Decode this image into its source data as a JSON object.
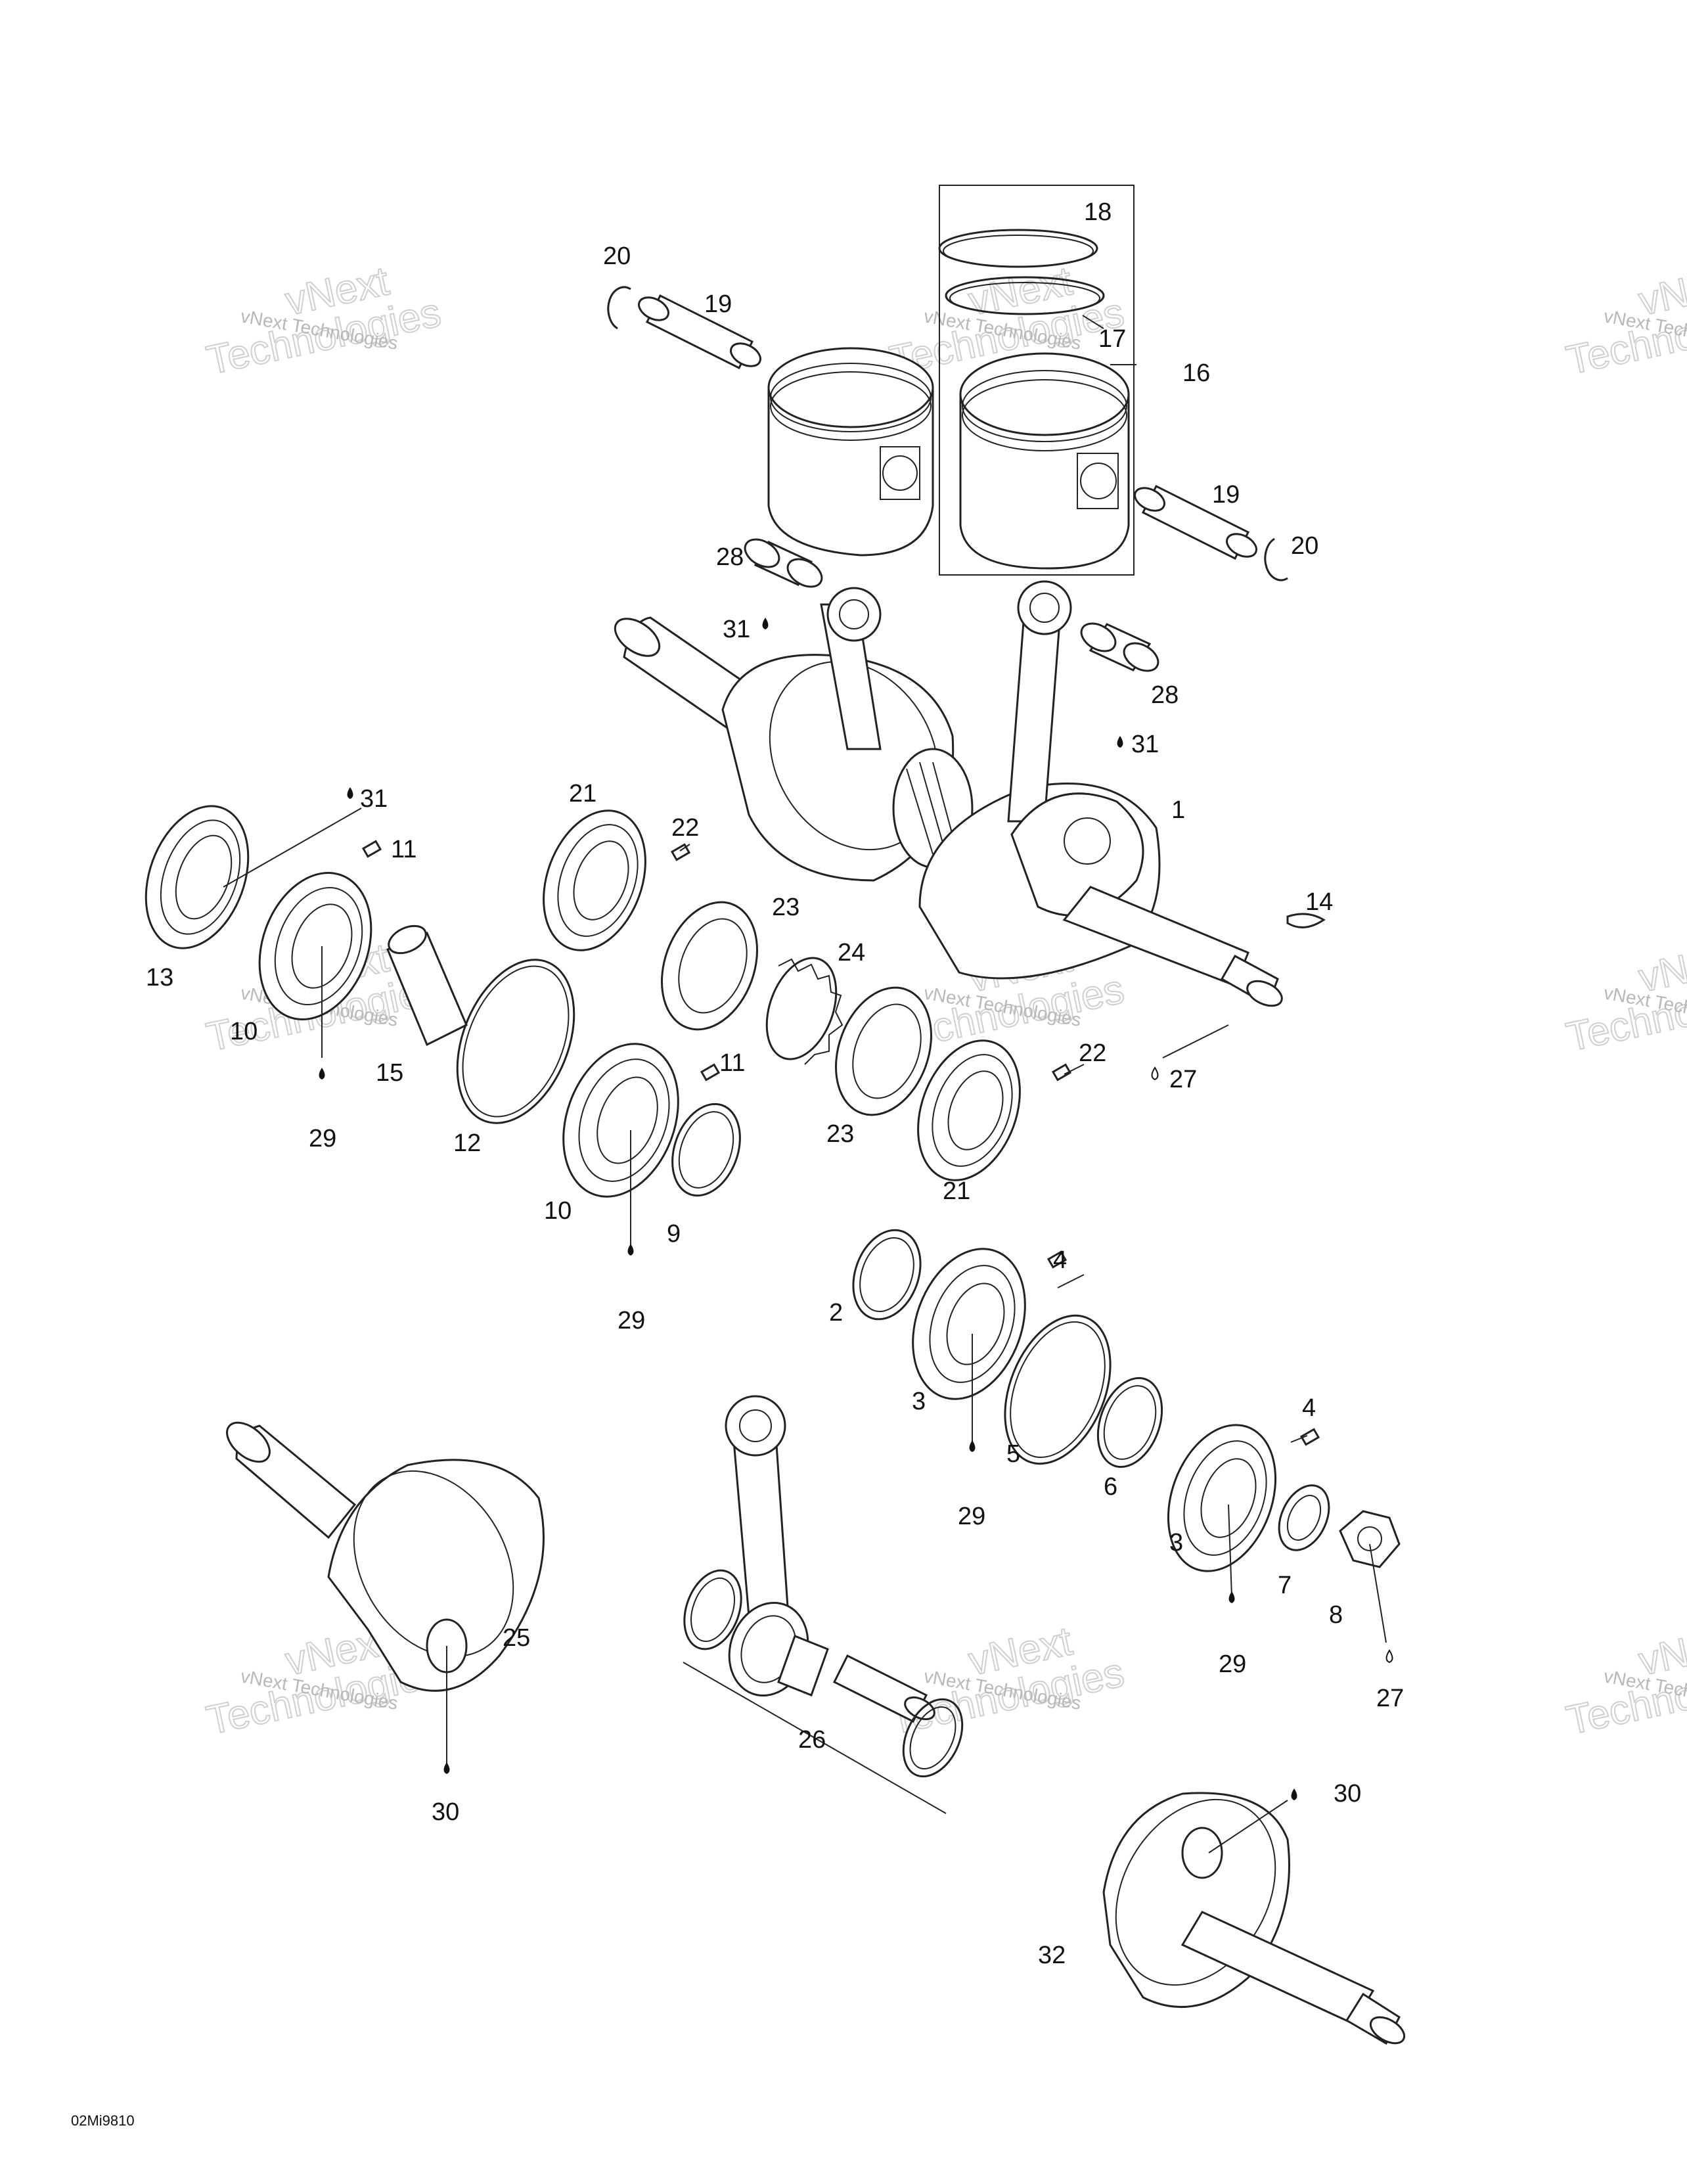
{
  "diagram_code": "02Mi9810",
  "watermark": {
    "line1": "vNext Technologies",
    "line2": "vNext",
    "line3": "Technologies"
  },
  "callouts": [
    {
      "id": "c1",
      "text": "1"
    },
    {
      "id": "c2",
      "text": "2"
    },
    {
      "id": "c3a",
      "text": "3"
    },
    {
      "id": "c3b",
      "text": "3"
    },
    {
      "id": "c4a",
      "text": "4"
    },
    {
      "id": "c4b",
      "text": "4"
    },
    {
      "id": "c5",
      "text": "5"
    },
    {
      "id": "c6",
      "text": "6"
    },
    {
      "id": "c7",
      "text": "7"
    },
    {
      "id": "c8",
      "text": "8"
    },
    {
      "id": "c9",
      "text": "9"
    },
    {
      "id": "c10a",
      "text": "10"
    },
    {
      "id": "c10b",
      "text": "10"
    },
    {
      "id": "c11a",
      "text": "11"
    },
    {
      "id": "c11b",
      "text": "11"
    },
    {
      "id": "c12",
      "text": "12"
    },
    {
      "id": "c13",
      "text": "13"
    },
    {
      "id": "c14",
      "text": "14"
    },
    {
      "id": "c15",
      "text": "15"
    },
    {
      "id": "c16",
      "text": "16"
    },
    {
      "id": "c17",
      "text": "17"
    },
    {
      "id": "c18",
      "text": "18"
    },
    {
      "id": "c19a",
      "text": "19"
    },
    {
      "id": "c19b",
      "text": "19"
    },
    {
      "id": "c20a",
      "text": "20"
    },
    {
      "id": "c20b",
      "text": "20"
    },
    {
      "id": "c21a",
      "text": "21"
    },
    {
      "id": "c21b",
      "text": "21"
    },
    {
      "id": "c22a",
      "text": "22"
    },
    {
      "id": "c22b",
      "text": "22"
    },
    {
      "id": "c23a",
      "text": "23"
    },
    {
      "id": "c23b",
      "text": "23"
    },
    {
      "id": "c24",
      "text": "24"
    },
    {
      "id": "c25",
      "text": "25"
    },
    {
      "id": "c26",
      "text": "26"
    },
    {
      "id": "c27a",
      "text": "27"
    },
    {
      "id": "c27b",
      "text": "27"
    },
    {
      "id": "c28a",
      "text": "28"
    },
    {
      "id": "c28b",
      "text": "28"
    },
    {
      "id": "c29a",
      "text": "29"
    },
    {
      "id": "c29b",
      "text": "29"
    },
    {
      "id": "c29c",
      "text": "29"
    },
    {
      "id": "c29d",
      "text": "29"
    },
    {
      "id": "c30a",
      "text": "30"
    },
    {
      "id": "c30b",
      "text": "30"
    },
    {
      "id": "c31a",
      "text": "31"
    },
    {
      "id": "c31b",
      "text": "31"
    },
    {
      "id": "c31c",
      "text": "31"
    },
    {
      "id": "c32",
      "text": "32"
    }
  ]
}
